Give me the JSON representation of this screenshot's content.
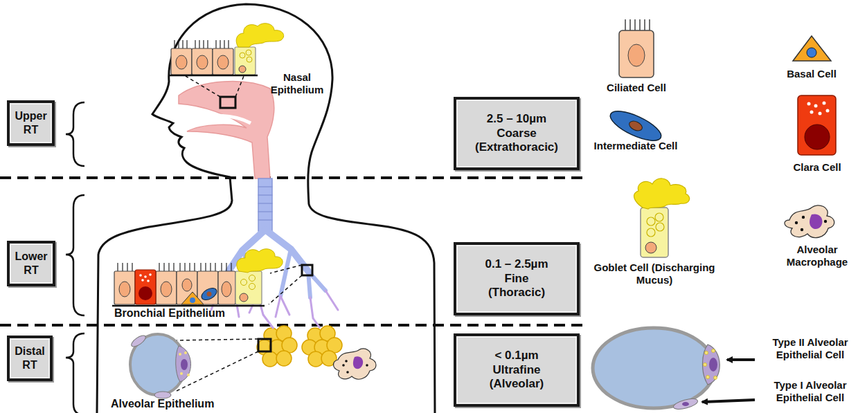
{
  "diagram": {
    "nodes": [
      {
        "text": [
          "Upper RT"
        ]
      },
      {
        "text": [
          "2.5 – 10µm",
          "Coarse",
          "(Extrathoracic)"
        ]
      },
      {
        "text": [
          "Lower RT"
        ]
      },
      {
        "text": [
          "0.1 – 2.5µm",
          "Fine",
          "(Thoracic)"
        ]
      },
      {
        "text": [
          "Distal RT"
        ]
      },
      {
        "text": [
          "< 0.1µm",
          "Ultrafine",
          "(Alveolar)"
        ]
      }
    ],
    "labels": [
      "Nasal Epithelium",
      "Bronchial Epithelium",
      "Alveolar Epithelium"
    ],
    "legend": [
      {
        "text": "Ciliated Cell"
      },
      {
        "text": "Basal Cell"
      },
      {
        "text": "Intermediate Cell"
      },
      {
        "text": "Clara Cell"
      },
      {
        "text": "Goblet Cell (Discharging Mucus)"
      },
      {
        "text": "Alveolar Macrophage"
      },
      {
        "text": "Type II Alveolar Epithelial Cell"
      },
      {
        "text": "Type I Alveolar Epithelial Cell"
      }
    ]
  }
}
